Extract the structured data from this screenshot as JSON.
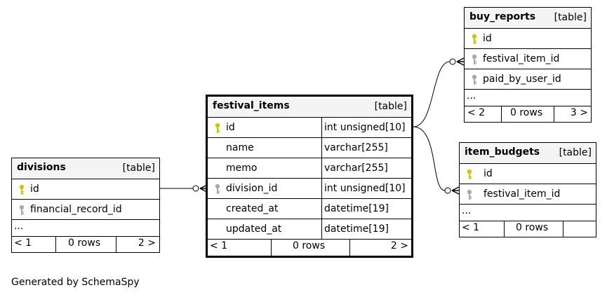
{
  "tables": {
    "divisions": {
      "name": "divisions",
      "type": "[table]",
      "columns": [
        {
          "name": "id",
          "key": "primary"
        },
        {
          "name": "financial_record_id",
          "key": "foreign"
        }
      ],
      "ellipsis": "...",
      "footer": {
        "prev": "< 1",
        "rows": "0 rows",
        "next": "2 >"
      }
    },
    "festival_items": {
      "name": "festival_items",
      "type": "[table]",
      "columns": [
        {
          "name": "id",
          "datatype": "int unsigned[10]",
          "key": "primary"
        },
        {
          "name": "name",
          "datatype": "varchar[255]",
          "key": "none"
        },
        {
          "name": "memo",
          "datatype": "varchar[255]",
          "key": "none"
        },
        {
          "name": "division_id",
          "datatype": "int unsigned[10]",
          "key": "foreign"
        },
        {
          "name": "created_at",
          "datatype": "datetime[19]",
          "key": "none"
        },
        {
          "name": "updated_at",
          "datatype": "datetime[19]",
          "key": "none"
        }
      ],
      "footer": {
        "prev": "< 1",
        "rows": "0 rows",
        "next": "2 >"
      }
    },
    "buy_reports": {
      "name": "buy_reports",
      "type": "[table]",
      "columns": [
        {
          "name": "id",
          "key": "primary"
        },
        {
          "name": "festival_item_id",
          "key": "foreign"
        },
        {
          "name": "paid_by_user_id",
          "key": "foreign"
        }
      ],
      "ellipsis": "...",
      "footer": {
        "prev": "< 2",
        "rows": "0 rows",
        "next": "3 >"
      }
    },
    "item_budgets": {
      "name": "item_budgets",
      "type": "[table]",
      "columns": [
        {
          "name": "id",
          "key": "primary"
        },
        {
          "name": "festival_item_id",
          "key": "foreign"
        }
      ],
      "ellipsis": "...",
      "footer": {
        "prev": "< 1",
        "rows": "0 rows",
        "next": ""
      }
    }
  },
  "relations": [
    {
      "from": "festival_items.division_id",
      "to": "divisions.id"
    },
    {
      "from": "buy_reports.festival_item_id",
      "to": "festival_items.id"
    },
    {
      "from": "item_budgets.festival_item_id",
      "to": "festival_items.id"
    }
  ],
  "colors": {
    "primary_key": "#d4c400",
    "foreign_key": "#aaaaaa",
    "header_bg": "#f4f4f4"
  },
  "credit": "Generated by SchemaSpy"
}
